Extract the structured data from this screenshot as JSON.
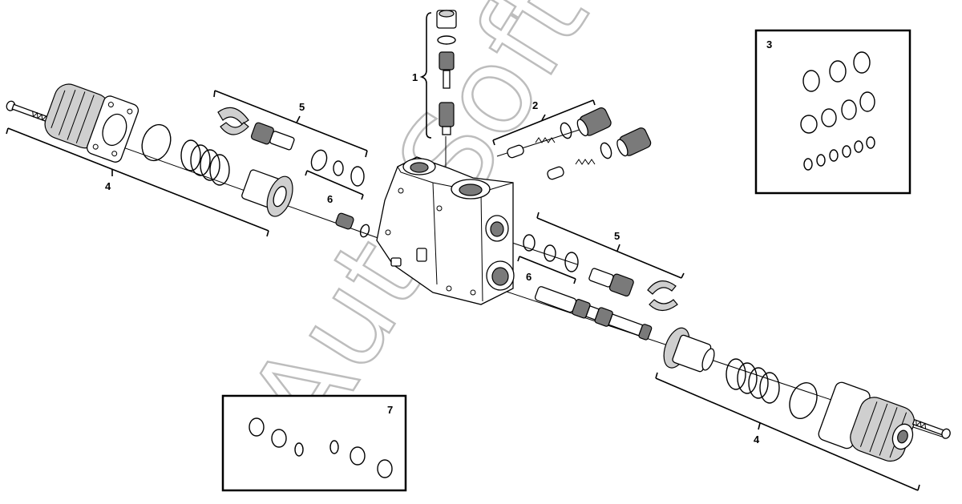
{
  "diagram": {
    "watermark": "AutoSoft",
    "callouts": [
      "1",
      "2",
      "3",
      "4",
      "5",
      "6",
      "7",
      "4",
      "5",
      "6"
    ]
  }
}
